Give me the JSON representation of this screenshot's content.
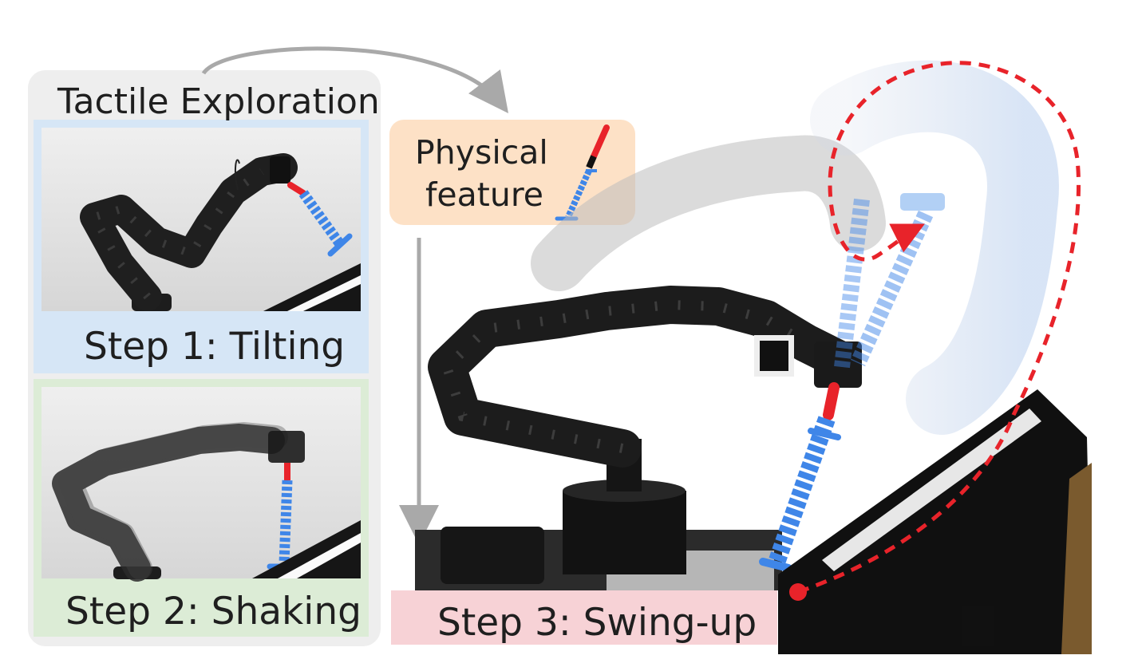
{
  "exploration": {
    "title": "Tactile Exploration"
  },
  "steps": [
    {
      "label": "Step 1: Tilting"
    },
    {
      "label": "Step 2: Shaking"
    },
    {
      "label": "Step 3: Swing-up"
    }
  ],
  "physical_feature": {
    "line1": "Physical",
    "line2": "feature"
  },
  "colors": {
    "exploration_bg": "#eeeeee",
    "step1_bg": "#d6e6f6",
    "step2_bg": "#dcecd6",
    "step3_bg": "#f7d2d6",
    "feature_bg": "#fde1c6",
    "arrow": "#a9a9a9",
    "trajectory": "#e8232a",
    "tool_blue": "#3f86e8",
    "tool_red": "#e8232a"
  }
}
